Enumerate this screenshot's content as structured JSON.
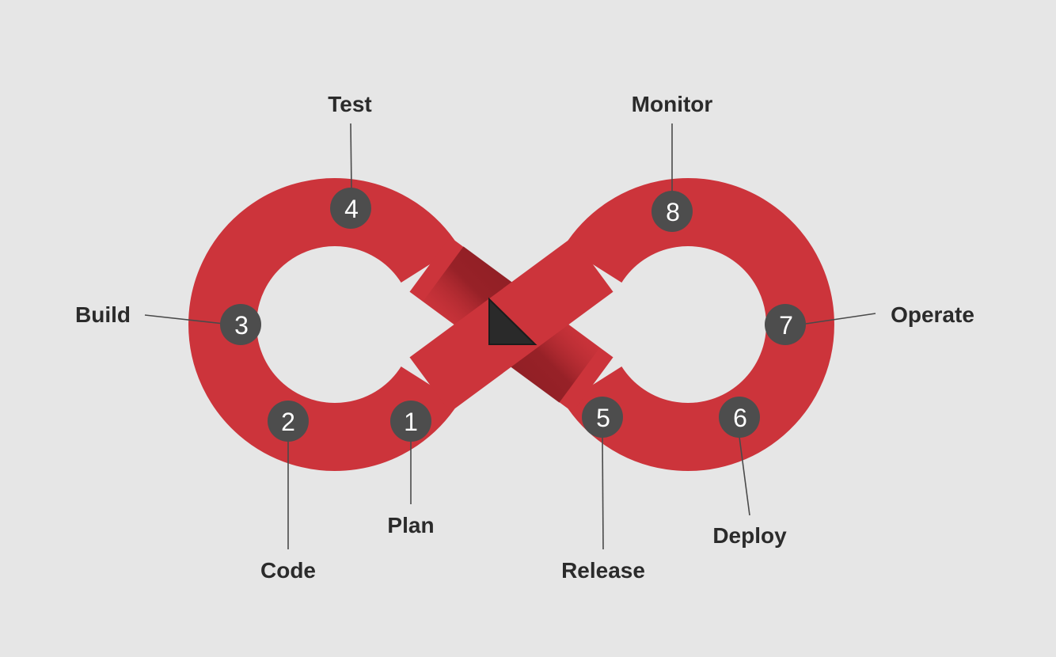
{
  "colors": {
    "background": "#e6e6e6",
    "loop": "#cc343b",
    "loop_shadow": "#8e1e24",
    "badge": "#4d4d4d",
    "badge_text": "#ffffff",
    "label_text": "#2b2b2b",
    "arrow": "#2a2a2a"
  },
  "stages": [
    {
      "number": "1",
      "label": "Plan"
    },
    {
      "number": "2",
      "label": "Code"
    },
    {
      "number": "3",
      "label": "Build"
    },
    {
      "number": "4",
      "label": "Test"
    },
    {
      "number": "5",
      "label": "Release"
    },
    {
      "number": "6",
      "label": "Deploy"
    },
    {
      "number": "7",
      "label": "Operate"
    },
    {
      "number": "8",
      "label": "Monitor"
    }
  ]
}
